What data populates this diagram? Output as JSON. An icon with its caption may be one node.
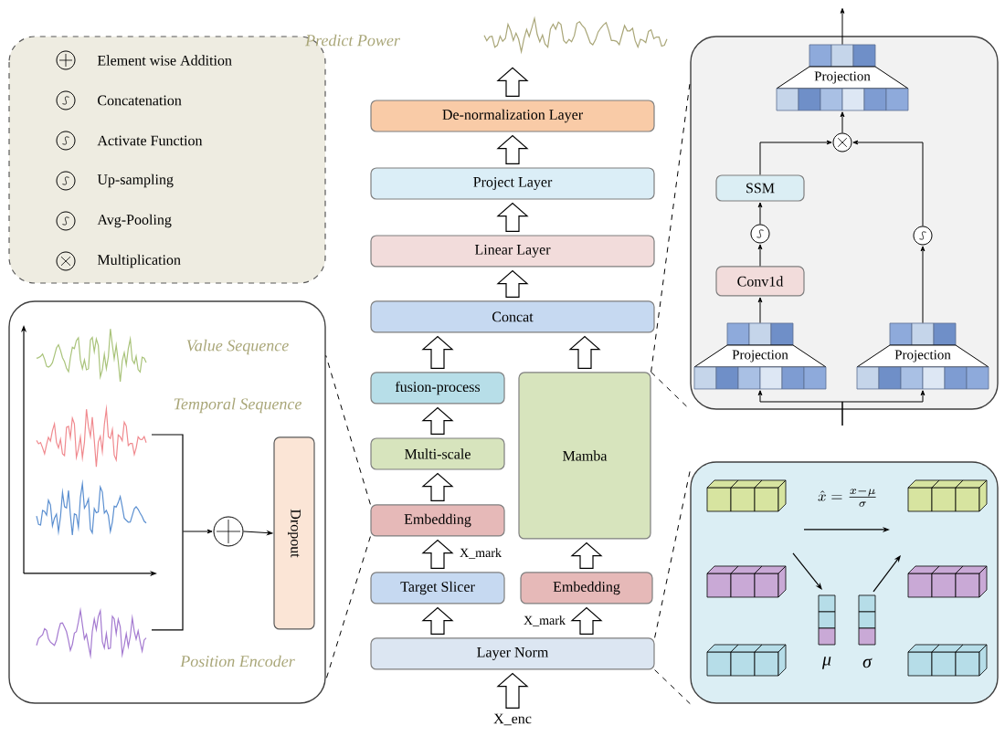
{
  "diagram": {
    "nodes": [
      {
        "text": [],
        "shape": "picture"
      },
      {
        "text": [
          "De-normalization Layer"
        ]
      },
      {
        "text": [
          "Project Layer"
        ]
      },
      {
        "text": [
          "Linear Layer"
        ]
      },
      {
        "text": [
          "Concat"
        ]
      },
      {
        "text": [
          "fusion-process"
        ]
      },
      {
        "text": [
          "Multi-scale"
        ]
      },
      {
        "text": [
          "Embedding"
        ]
      },
      {
        "text": [
          "Target Slicer"
        ]
      },
      {
        "text": [
          "Mamba"
        ]
      },
      {
        "text": [
          "Embedding"
        ]
      },
      {
        "text": [
          "Layer Norm"
        ]
      },
      {
        "text": [
          "X_enc"
        ]
      },
      {
        "text": [],
        "shape": "box"
      },
      {
        "text": [
          "Dropout"
        ],
        "in": 13
      },
      {
        "text": [],
        "shape": "circle",
        "in": 13
      },
      {
        "text": [],
        "shape": "box"
      },
      {
        "text": [
          "Projection"
        ],
        "in": 16
      },
      {
        "text": [],
        "shape": "circle",
        "in": 16
      },
      {
        "text": [
          "SSM"
        ],
        "in": 16
      },
      {
        "text": [],
        "shape": "circle",
        "in": 16
      },
      {
        "text": [
          "Conv1d"
        ],
        "in": 16
      },
      {
        "text": [
          "Projection"
        ],
        "in": 16
      },
      {
        "text": [],
        "shape": "circle",
        "in": 16
      },
      {
        "text": [
          "Projection"
        ],
        "in": 16
      },
      {
        "text": [],
        "shape": "box"
      },
      {
        "text": [],
        "shape": "picture",
        "in": 13
      }
    ],
    "edges": [
      {
        "from": 12,
        "to": 11,
        "arrow": "to",
        "style": "thick"
      },
      {
        "from": 11,
        "to": 8,
        "arrow": "to",
        "style": "thick"
      },
      {
        "from": 11,
        "to": 10,
        "arrow": "to",
        "style": "thick",
        "label": "X_mark"
      },
      {
        "from": 8,
        "to": 7,
        "arrow": "to",
        "style": "thick",
        "label": "X_mark"
      },
      {
        "from": 7,
        "to": 6,
        "arrow": "to",
        "style": "thick"
      },
      {
        "from": 6,
        "to": 5,
        "arrow": "to",
        "style": "thick"
      },
      {
        "from": 10,
        "to": 9,
        "arrow": "to",
        "style": "thick"
      },
      {
        "from": 5,
        "to": 4,
        "arrow": "to",
        "style": "thick"
      },
      {
        "from": 9,
        "to": 4,
        "arrow": "to",
        "style": "thick"
      },
      {
        "from": 4,
        "to": 3,
        "arrow": "to",
        "style": "thick"
      },
      {
        "from": 3,
        "to": 2,
        "arrow": "to",
        "style": "thick"
      },
      {
        "from": 2,
        "to": 1,
        "arrow": "to",
        "style": "thick"
      },
      {
        "from": 1,
        "to": 0,
        "arrow": "to",
        "style": "thick"
      },
      {
        "from": 7,
        "to": 13,
        "arrow": "none",
        "style": "dashed"
      },
      {
        "from": 7,
        "to": 13,
        "arrow": "none",
        "style": "dashed"
      },
      {
        "from": 9,
        "to": 16,
        "arrow": "none",
        "style": "dashed"
      },
      {
        "from": 9,
        "to": 16,
        "arrow": "none",
        "style": "dashed"
      },
      {
        "from": 11,
        "to": 25,
        "arrow": "none",
        "style": "dashed"
      },
      {
        "from": 11,
        "to": 25,
        "arrow": "none",
        "style": "dashed"
      },
      {
        "from": 26,
        "to": 15,
        "arrow": "to"
      },
      {
        "from": 15,
        "to": 14,
        "arrow": "to"
      },
      {
        "from": null,
        "to": 22,
        "arrow": "to"
      },
      {
        "from": null,
        "to": 24,
        "arrow": "to"
      },
      {
        "from": 22,
        "to": 21,
        "arrow": "to"
      },
      {
        "from": 21,
        "to": 20,
        "arrow": "to"
      },
      {
        "from": 20,
        "to": 19,
        "arrow": "to"
      },
      {
        "from": 19,
        "to": 18,
        "arrow": "to"
      },
      {
        "from": 24,
        "to": 23,
        "arrow": "to"
      },
      {
        "from": 23,
        "to": 18,
        "arrow": "to"
      },
      {
        "from": 18,
        "to": 17,
        "arrow": "to"
      },
      {
        "from": 17,
        "to": null,
        "arrow": "to"
      }
    ],
    "labels": [
      "Predict Power",
      "Value Sequence",
      "Temporal Sequence",
      "Position Encoder",
      "\\hat{x}=\\frac{x-\\mu}{\\sigma}",
      "μ",
      "σ"
    ],
    "legend": [
      {
        "text": "Element wise Addition"
      },
      {
        "text": "Concatenation"
      },
      {
        "text": "Activate Function"
      },
      {
        "text": "Up-sampling"
      },
      {
        "text": "Avg-Pooling"
      },
      {
        "text": "Multiplication"
      }
    ]
  }
}
